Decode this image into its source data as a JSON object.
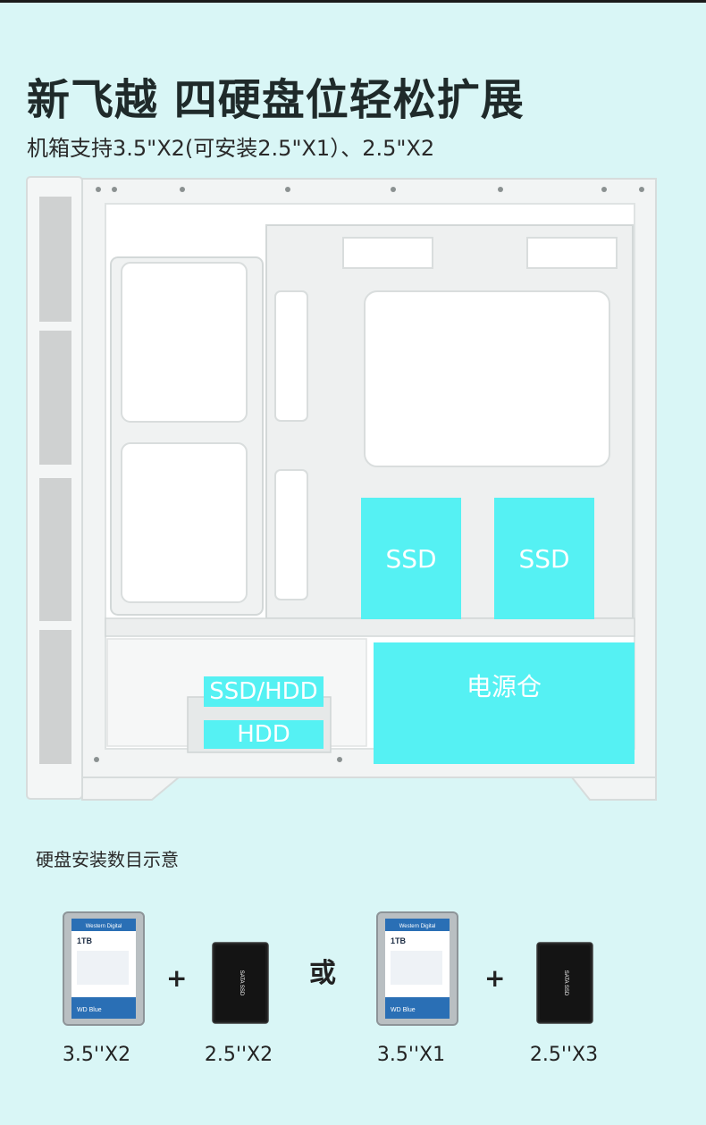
{
  "header": {
    "title": "新飞越 四硬盘位轻松扩展",
    "subtitle": "机箱支持3.5\"X2(可安装2.5\"X1）、2.5\"X2"
  },
  "case_labels": {
    "ssd_left": "SSD",
    "ssd_right": "SSD",
    "ssd_hdd": "SSD/HDD",
    "hdd": "HDD",
    "psu": "电源仓"
  },
  "install": {
    "section_title": "硬盘安装数目示意",
    "or_label": "或",
    "plus": "+",
    "hdd_brand": "Western Digital",
    "hdd_capacity": "1TB",
    "hdd_series": "WD Blue",
    "ssd_label": "SATA SSD",
    "captions": [
      "3.5''X2",
      "2.5''X2",
      "3.5''X1",
      "2.5''X3"
    ]
  },
  "colors": {
    "background": "#d9f6f6",
    "accent": "#55f1f3",
    "case_white": "#f2f4f4",
    "hdd_label": "#2a6fb5"
  }
}
